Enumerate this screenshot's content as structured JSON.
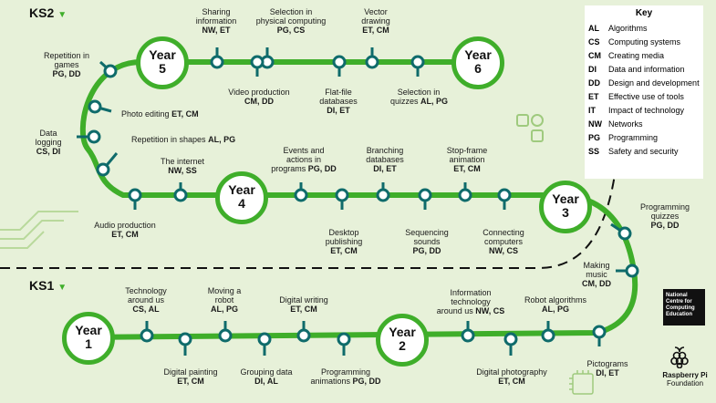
{
  "stages": {
    "ks2": {
      "title": "KS2"
    },
    "ks1": {
      "title": "KS1"
    }
  },
  "years": [
    {
      "word": "Year",
      "num": "5"
    },
    {
      "word": "Year",
      "num": "6"
    },
    {
      "word": "Year",
      "num": "4"
    },
    {
      "word": "Year",
      "num": "3"
    },
    {
      "word": "Year",
      "num": "1"
    },
    {
      "word": "Year",
      "num": "2"
    }
  ],
  "units": [
    {
      "name": "Sharing information",
      "l1": "Sharing",
      "l2": "information",
      "codes": "NW, ET"
    },
    {
      "name": "Selection in physical computing",
      "l1": "Selection in",
      "l2": "physical computing",
      "codes": "PG, CS"
    },
    {
      "name": "Vector drawing",
      "l1": "Vector",
      "l2": "drawing",
      "codes": "ET, CM"
    },
    {
      "name": "Repetition in games",
      "l1": "Repetition in",
      "l2": "games",
      "codes": "PG, DD"
    },
    {
      "name": "Video production",
      "l1": "Video production",
      "codes": "CM, DD"
    },
    {
      "name": "Flat-file databases",
      "l1": "Flat-file",
      "l2": "databases",
      "codes": "DI, ET"
    },
    {
      "name": "Selection in quizzes",
      "l1": "Selection in",
      "l2": "quizzes",
      "codes": "AL, PG"
    },
    {
      "name": "Photo editing",
      "l1": "Photo editing",
      "codes": "ET, CM"
    },
    {
      "name": "Data logging",
      "l1": "Data",
      "l2": "logging",
      "codes": "CS, DI"
    },
    {
      "name": "Repetition in shapes",
      "l1": "Repetition in shapes",
      "codes": "AL, PG"
    },
    {
      "name": "The internet",
      "l1": "The internet",
      "codes": "NW, SS"
    },
    {
      "name": "Events and actions in programs",
      "l1": "Events and",
      "l2": "actions in",
      "l3": "programs",
      "codes": "PG, DD"
    },
    {
      "name": "Branching databases",
      "l1": "Branching",
      "l2": "databases",
      "codes": "DI, ET"
    },
    {
      "name": "Stop-frame animation",
      "l1": "Stop-frame",
      "l2": "animation",
      "codes": "ET, CM"
    },
    {
      "name": "Audio production",
      "l1": "Audio production",
      "codes": "ET, CM"
    },
    {
      "name": "Desktop publishing",
      "l1": "Desktop",
      "l2": "publishing",
      "codes": "ET, CM"
    },
    {
      "name": "Sequencing sounds",
      "l1": "Sequencing",
      "l2": "sounds",
      "codes": "PG, DD"
    },
    {
      "name": "Connecting computers",
      "l1": "Connecting",
      "l2": "computers",
      "codes": "NW, CS"
    },
    {
      "name": "Programming quizzes",
      "l1": "Programming",
      "l2": "quizzes",
      "codes": "PG, DD"
    },
    {
      "name": "Making music",
      "l1": "Making",
      "l2": "music",
      "codes": "CM, DD"
    },
    {
      "name": "Technology around us",
      "l1": "Technology",
      "l2": "around us",
      "codes": "CS, AL"
    },
    {
      "name": "Moving a robot",
      "l1": "Moving a",
      "l2": "robot",
      "codes": "AL, PG"
    },
    {
      "name": "Digital writing",
      "l1": "Digital writing",
      "codes": "ET, CM"
    },
    {
      "name": "Information technology around us",
      "l1": "Information",
      "l2": "technology",
      "l3": "around us",
      "codes": "NW, CS"
    },
    {
      "name": "Robot algorithms",
      "l1": "Robot algorithms",
      "codes": "AL, PG"
    },
    {
      "name": "Digital painting",
      "l1": "Digital painting",
      "codes": "ET, CM"
    },
    {
      "name": "Grouping data",
      "l1": "Grouping data",
      "codes": "DI, AL"
    },
    {
      "name": "Programming animations",
      "l1": "Programming",
      "l2": "animations",
      "codes": "PG, DD"
    },
    {
      "name": "Digital photography",
      "l1": "Digital photography",
      "codes": "ET, CM"
    },
    {
      "name": "Pictograms",
      "l1": "Pictograms",
      "codes": "DI, ET"
    }
  ],
  "key": {
    "title": "Key",
    "items": [
      {
        "code": "AL",
        "label": "Algorithms"
      },
      {
        "code": "CS",
        "label": "Computing systems"
      },
      {
        "code": "CM",
        "label": "Creating media"
      },
      {
        "code": "DI",
        "label": "Data and information"
      },
      {
        "code": "DD",
        "label": "Design and development"
      },
      {
        "code": "ET",
        "label": "Effective use of tools"
      },
      {
        "code": "IT",
        "label": "Impact of technology"
      },
      {
        "code": "NW",
        "label": "Networks"
      },
      {
        "code": "PG",
        "label": "Programming"
      },
      {
        "code": "SS",
        "label": "Safety and security"
      }
    ]
  },
  "logos": {
    "ncce": {
      "l1": "National",
      "l2": "Centre for",
      "l3": "Computing",
      "l4": "Education"
    },
    "rpi": {
      "l1": "Raspberry Pi",
      "l2": "Foundation"
    }
  },
  "colors": {
    "track": "#3fae2a",
    "background": "#e7f1d9",
    "stop": "#0f6b6b"
  }
}
